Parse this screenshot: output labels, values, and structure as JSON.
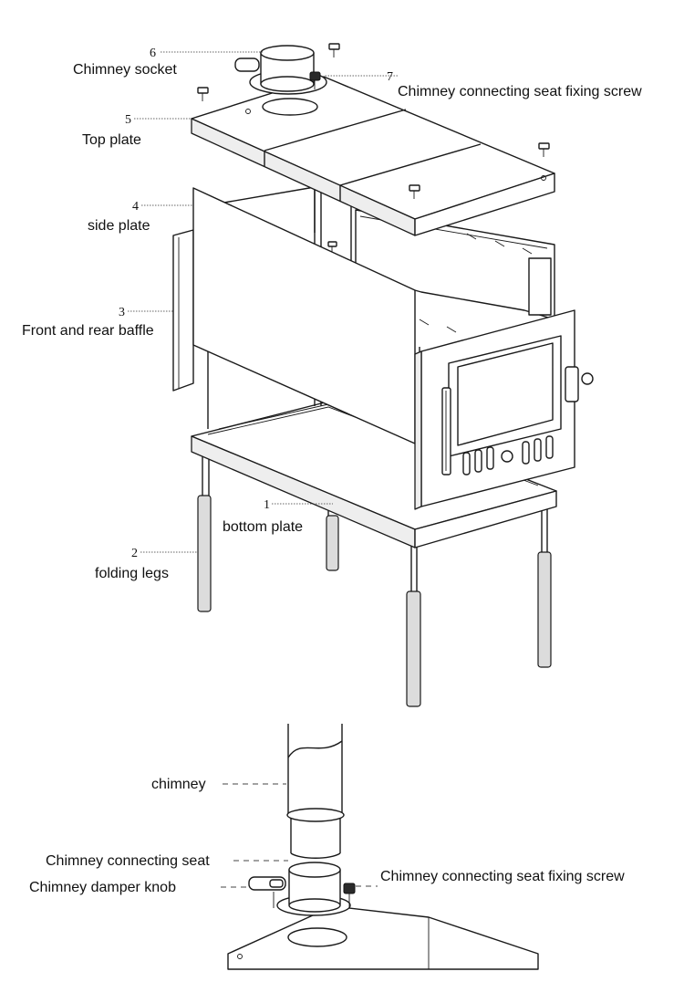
{
  "figure": {
    "top_view": {
      "parts": [
        {
          "number": "6",
          "label": "Chimney socket"
        },
        {
          "number": "7",
          "label": "Chimney connecting seat fixing screw"
        },
        {
          "number": "5",
          "label": "Top plate"
        },
        {
          "number": "4",
          "label": "side plate"
        },
        {
          "number": "3",
          "label": "Front and rear baffle"
        },
        {
          "number": "1",
          "label": "bottom plate"
        },
        {
          "number": "2",
          "label": "folding legs"
        }
      ]
    },
    "detail_view": {
      "labels": {
        "chimney": "chimney",
        "seat": "Chimney connecting seat",
        "knob": "Chimney damper knob",
        "screw": "Chimney connecting seat fixing screw"
      }
    }
  }
}
